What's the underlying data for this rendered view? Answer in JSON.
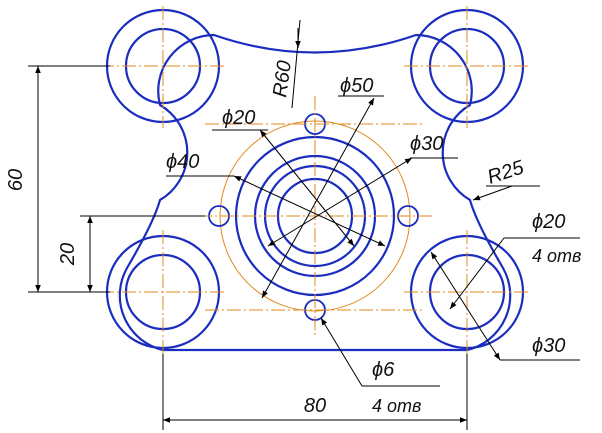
{
  "labels": {
    "r60": "R60",
    "d50": "ϕ50",
    "d20_center": "ϕ20",
    "d30_center": "ϕ30",
    "d40": "ϕ40",
    "r25": "R25",
    "d20_corner": "ϕ20",
    "four_holes_corner": "4 отв",
    "d30_corner": "ϕ30",
    "d6": "ϕ6",
    "four_holes_small": "4 отв",
    "dim_60": "60",
    "dim_20": "20",
    "dim_80": "80"
  },
  "colors": {
    "outline": "#1a2dbf",
    "centerline": "#e08a1e",
    "dimension": "#000000"
  }
}
